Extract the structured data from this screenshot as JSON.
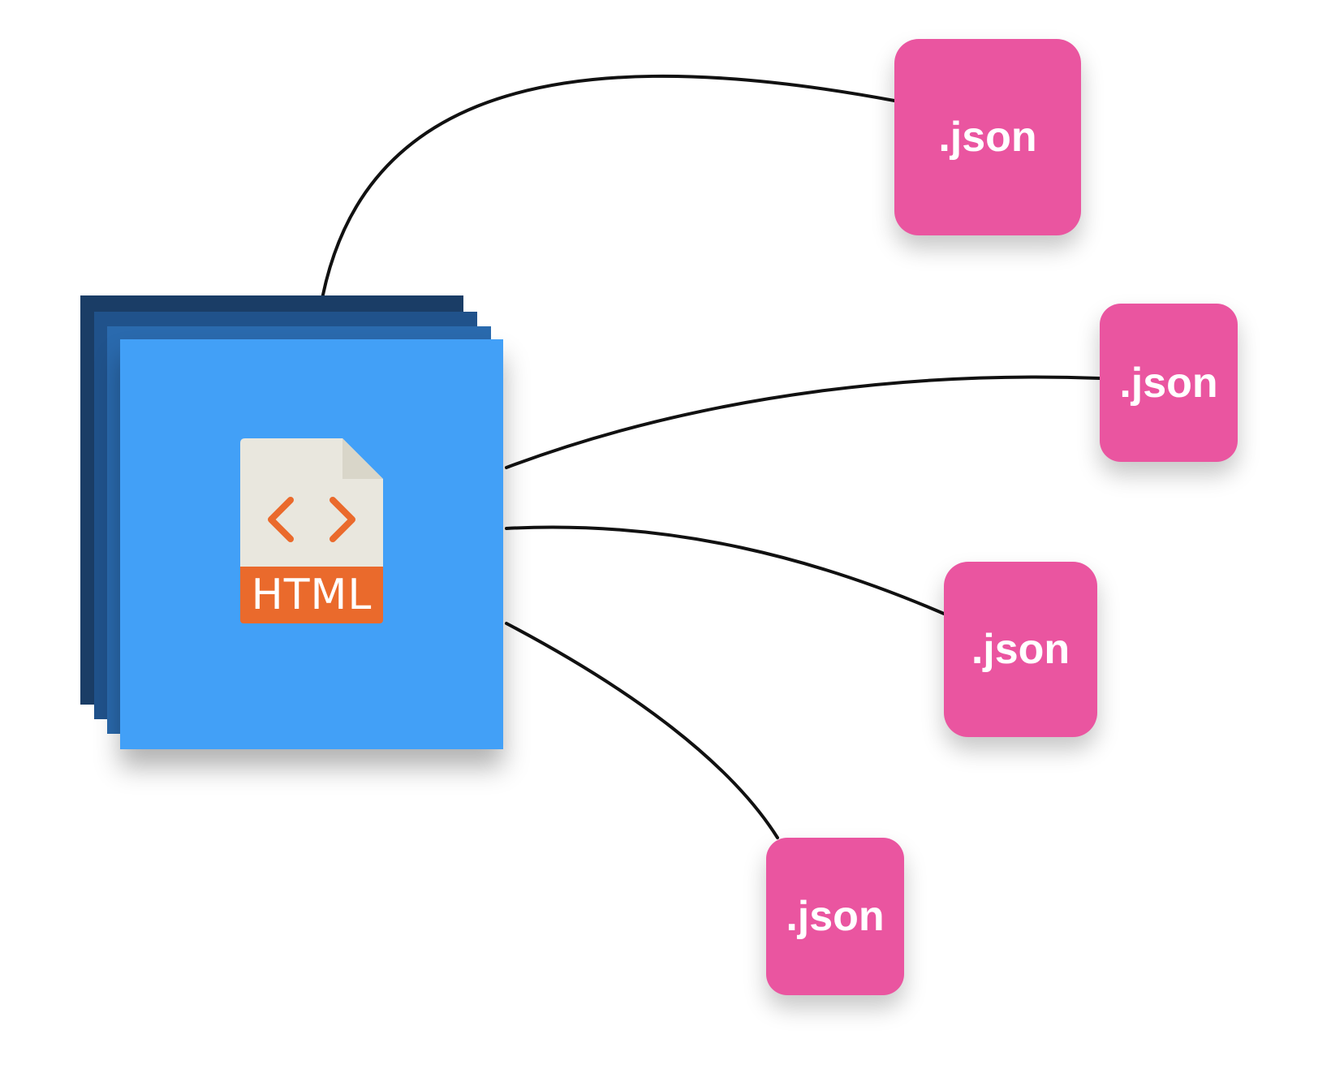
{
  "diagram": {
    "source": {
      "label": "HTML",
      "icon": "html-file-icon",
      "colors": {
        "front_sheet": "#42a0f7",
        "back_sheets": [
          "#1a3d66",
          "#20528b",
          "#2a6aae"
        ],
        "icon_paper": "#e9e7de",
        "icon_fold": "#d9d6c9",
        "icon_accent": "#ea6a2c"
      }
    },
    "targets": [
      {
        "label": ".json"
      },
      {
        "label": ".json"
      },
      {
        "label": ".json"
      },
      {
        "label": ".json"
      }
    ],
    "target_color": "#ea55a0",
    "connector_color": "#111111"
  }
}
